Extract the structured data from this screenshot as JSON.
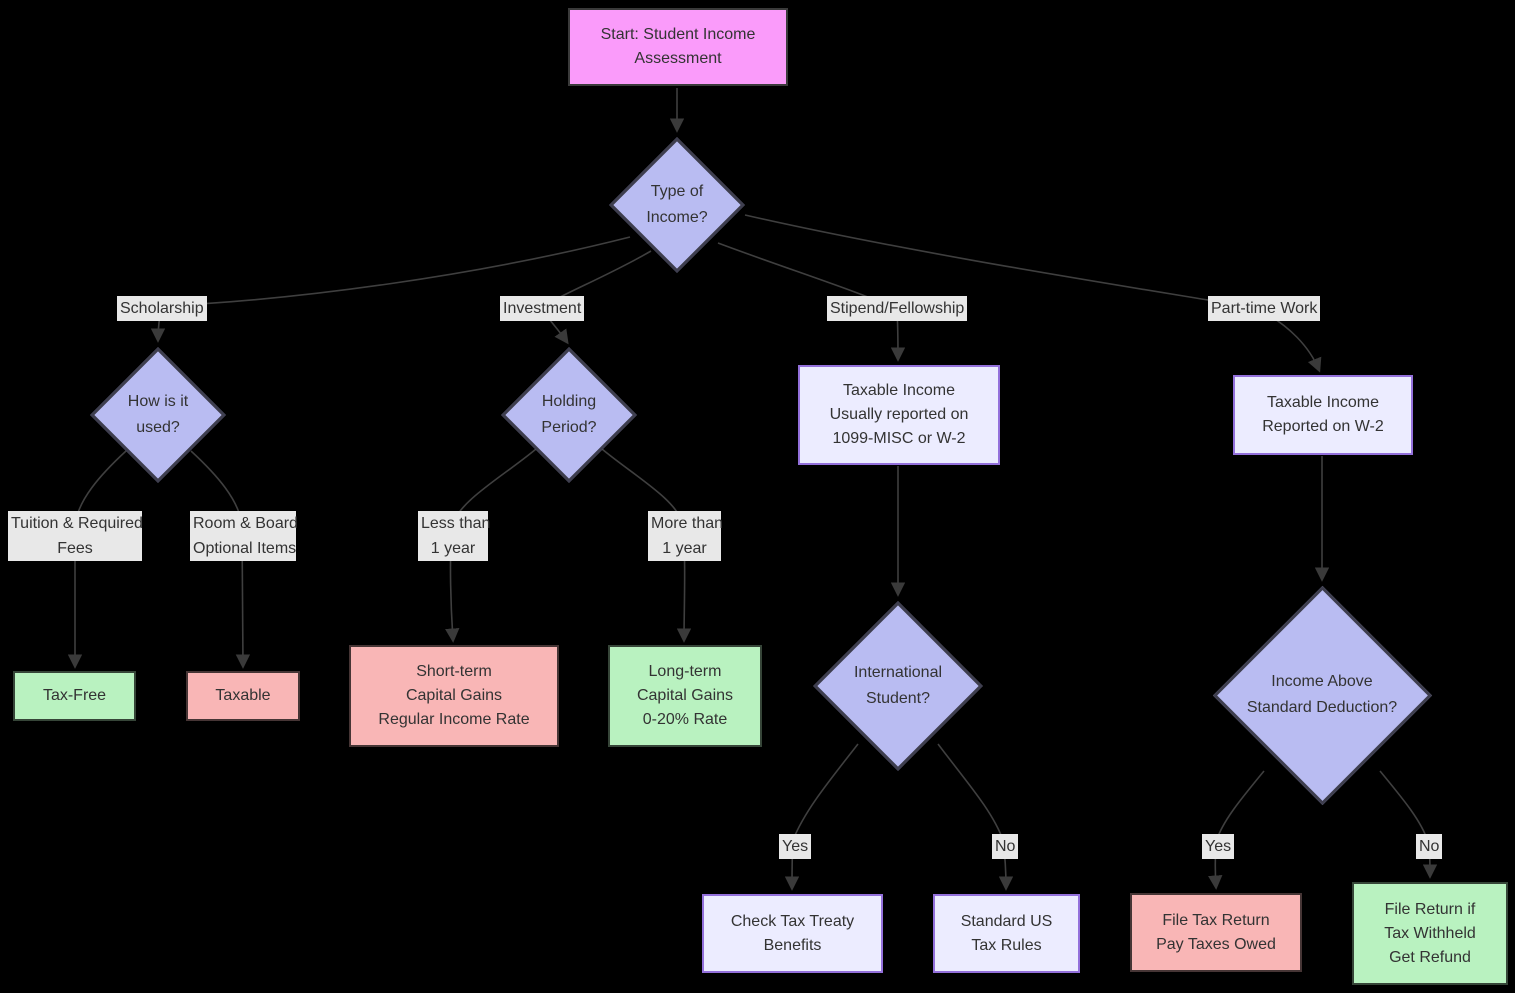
{
  "colors": {
    "background": "#000000",
    "start_fill": "#fa9bfa",
    "decision_fill": "#b9bcf2",
    "process_fill": "#ececff",
    "process_border": "#9370db",
    "positive_fill": "#b9f2c0",
    "negative_fill": "#f9b6b6",
    "edge_label_bg": "#e8e8e8",
    "line_color": "#3f3f3f",
    "text_color": "#333333"
  },
  "nodes": {
    "start": {
      "lines": [
        "Start: Student Income",
        "Assessment"
      ]
    },
    "type_of_income": {
      "lines": [
        "Type of",
        "Income?"
      ]
    },
    "how_used": {
      "lines": [
        "How is it",
        "used?"
      ]
    },
    "holding_period": {
      "lines": [
        "Holding",
        "Period?"
      ]
    },
    "stipend_info": {
      "lines": [
        "Taxable Income",
        "Usually reported on",
        "1099-MISC or W-2"
      ]
    },
    "parttime_info": {
      "lines": [
        "Taxable Income",
        "Reported on W-2"
      ]
    },
    "tax_free": {
      "lines": [
        "Tax-Free"
      ]
    },
    "taxable": {
      "lines": [
        "Taxable"
      ]
    },
    "short_term": {
      "lines": [
        "Short-term",
        "Capital Gains",
        "Regular Income Rate"
      ]
    },
    "long_term": {
      "lines": [
        "Long-term",
        "Capital Gains",
        "0-20% Rate"
      ]
    },
    "intl_student": {
      "lines": [
        "International",
        "Student?"
      ]
    },
    "income_above": {
      "lines": [
        "Income Above",
        "Standard Deduction?"
      ]
    },
    "tax_treaty": {
      "lines": [
        "Check Tax Treaty",
        "Benefits"
      ]
    },
    "standard_rules": {
      "lines": [
        "Standard US",
        "Tax Rules"
      ]
    },
    "file_owed": {
      "lines": [
        "File Tax Return",
        "Pay Taxes Owed"
      ]
    },
    "file_refund": {
      "lines": [
        "File Return if",
        "Tax Withheld",
        "Get Refund"
      ]
    }
  },
  "edge_labels": {
    "scholarship": "Scholarship",
    "investment": "Investment",
    "stipend_fellowship": "Stipend/Fellowship",
    "parttime_work": "Part-time Work",
    "tuition_fees": {
      "lines": [
        "Tuition & Required",
        "Fees"
      ]
    },
    "room_board": {
      "lines": [
        "Room & Board",
        "Optional Items"
      ]
    },
    "less_than_year": {
      "lines": [
        "Less than",
        "1 year"
      ]
    },
    "more_than_year": {
      "lines": [
        "More than",
        "1 year"
      ]
    },
    "intl_yes": "Yes",
    "intl_no": "No",
    "income_yes": "Yes",
    "income_no": "No"
  }
}
